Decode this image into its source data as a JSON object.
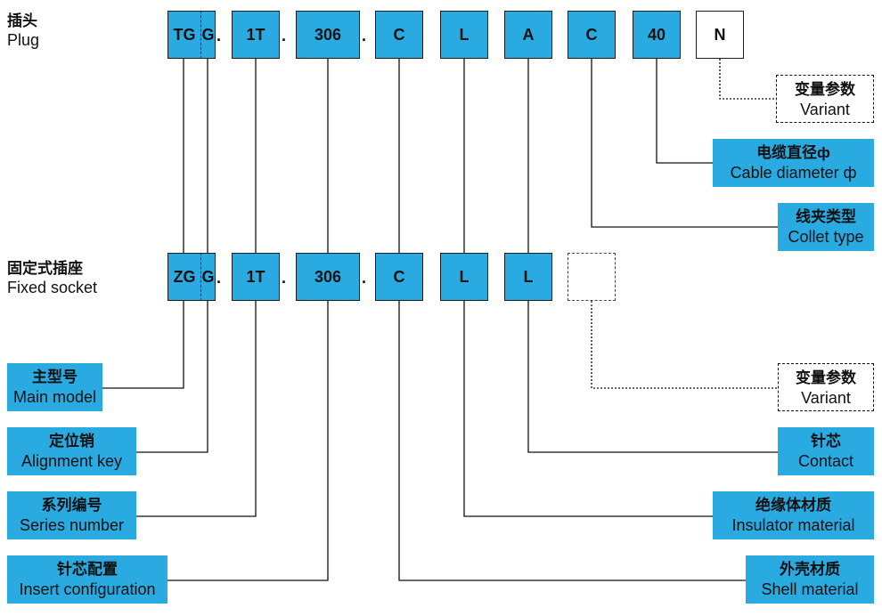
{
  "plug": {
    "zh": "插头",
    "en": "Plug"
  },
  "socket": {
    "zh": "固定式插座",
    "en": "Fixed socket"
  },
  "plug_codes": {
    "c1a": "TG",
    "c1b": "G",
    "c2": "1T",
    "c3": "306",
    "c4": "C",
    "c5": "L",
    "c6": "A",
    "c7": "C",
    "c8": "40",
    "c9": "N"
  },
  "socket_codes": {
    "c1a": "ZG",
    "c1b": "G",
    "c2": "1T",
    "c3": "306",
    "c4": "C",
    "c5": "L",
    "c6": "L",
    "c7": ""
  },
  "separator": ".",
  "labels": {
    "variant_plug": {
      "zh": "变量参数",
      "en": "Variant"
    },
    "cable_diameter": {
      "zh": "电缆直径ф",
      "en": "Cable diameter ф"
    },
    "collet_type": {
      "zh": "线夹类型",
      "en": "Collet type"
    },
    "main_model": {
      "zh": "主型号",
      "en": "Main model"
    },
    "alignment_key": {
      "zh": "定位销",
      "en": "Alignment key"
    },
    "series_number": {
      "zh": "系列编号",
      "en": "Series number"
    },
    "insert_configuration": {
      "zh": "针芯配置",
      "en": "Insert configuration"
    },
    "variant_socket": {
      "zh": "变量参数",
      "en": "Variant"
    },
    "contact": {
      "zh": "针芯",
      "en": "Contact"
    },
    "insulator_material": {
      "zh": "绝缘体材质",
      "en": "Insulator material"
    },
    "shell_material": {
      "zh": "外壳材质",
      "en": "Shell material"
    }
  },
  "colors": {
    "accent": "#29abe2",
    "line": "#111111"
  }
}
